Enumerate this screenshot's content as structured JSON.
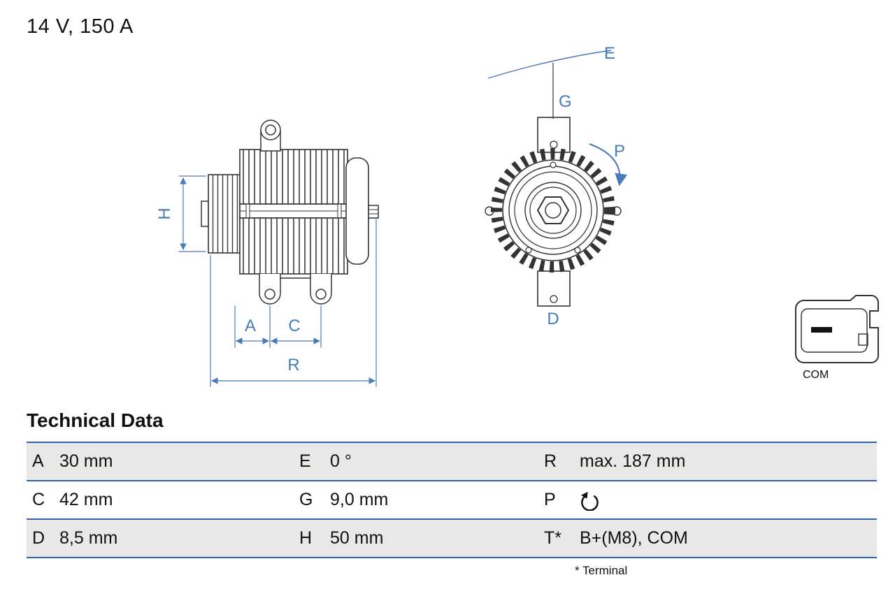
{
  "title": "14 V, 150 A",
  "diagram": {
    "side_view": {
      "dim_h": "H",
      "dim_a": "A",
      "dim_c": "C",
      "dim_r": "R"
    },
    "front_view": {
      "dim_e": "E",
      "dim_g": "G",
      "dim_p": "P",
      "dim_d": "D"
    },
    "connector": {
      "label": "COM"
    }
  },
  "technical_data": {
    "title": "Technical Data",
    "rows": [
      {
        "cells": [
          {
            "key": "A",
            "value": "30 mm"
          },
          {
            "key": "E",
            "value": "0 °"
          },
          {
            "key": "R",
            "value": "max. 187 mm"
          }
        ]
      },
      {
        "cells": [
          {
            "key": "C",
            "value": "42 mm"
          },
          {
            "key": "G",
            "value": "9,0 mm"
          },
          {
            "key": "P",
            "value": "",
            "icon": "rotation-direction-icon"
          }
        ]
      },
      {
        "cells": [
          {
            "key": "D",
            "value": "8,5 mm"
          },
          {
            "key": "H",
            "value": "50 mm"
          },
          {
            "key": "T*",
            "value": "B+(M8), COM"
          }
        ]
      }
    ],
    "footnote": "* Terminal"
  },
  "colors": {
    "dimension_blue": "#4a7ab8",
    "table_line_blue": "#2e64a8",
    "row_gray": "#e8e8e8",
    "drawing_stroke": "#333333"
  }
}
